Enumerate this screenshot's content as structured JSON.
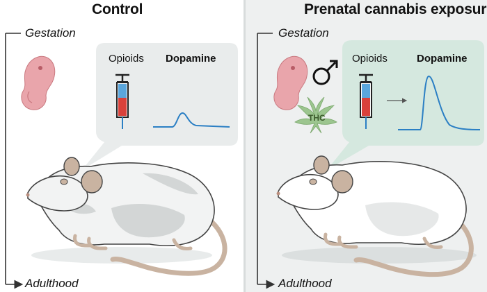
{
  "panels": [
    {
      "title": "Control",
      "timeline_start": "Gestation",
      "timeline_end": "Adulthood",
      "bubble": {
        "drug_label": "Opioids",
        "response_label": "Dopamine"
      }
    },
    {
      "title": "Prenatal cannabis exposure",
      "timeline_start": "Gestation",
      "timeline_end": "Adulthood",
      "bubble": {
        "drug_label": "Opioids",
        "response_label": "Dopamine"
      },
      "leaf_label": "THC"
    }
  ],
  "colors": {
    "dopamine_curve": "#2b7fc4",
    "bubble_left": "#e9ecec",
    "bubble_right": "#d5e8df",
    "embryo": "#e9a5ab",
    "cannabis_leaf": "#9cc58f",
    "mouse_body": "#f2f3f3",
    "mouse_shadow": "#d3d6d6",
    "tail": "#c9b3a1"
  },
  "icons": [
    "embryo-icon",
    "syringe-icon",
    "male-symbol-icon",
    "cannabis-leaf-icon",
    "mouse-illustration"
  ]
}
